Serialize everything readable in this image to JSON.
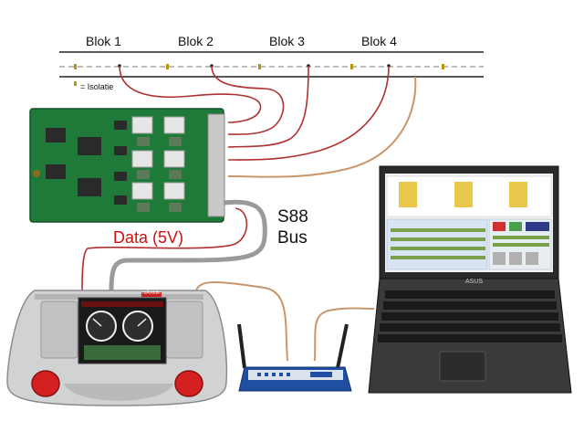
{
  "track": {
    "blocks": [
      "Blok 1",
      "Blok 2",
      "Blok 3",
      "Blok 4"
    ],
    "isolation_legend": "= Isolatie",
    "isolator_color": "#b8960a"
  },
  "labels": {
    "data_line": "Data (5V)",
    "bus_line1": "S88",
    "bus_line2": "Bus"
  },
  "devices": {
    "controller_brand": "mĂ¤rklin",
    "laptop_brand": "ASUS"
  },
  "colors": {
    "wire_feedback": "#b03030",
    "wire_network": "#c8966a",
    "bus_cable": "#9a9a9a",
    "data_label": "#d01010",
    "pcb": "#1f7a3a",
    "router_body": "#1f4fa0"
  }
}
